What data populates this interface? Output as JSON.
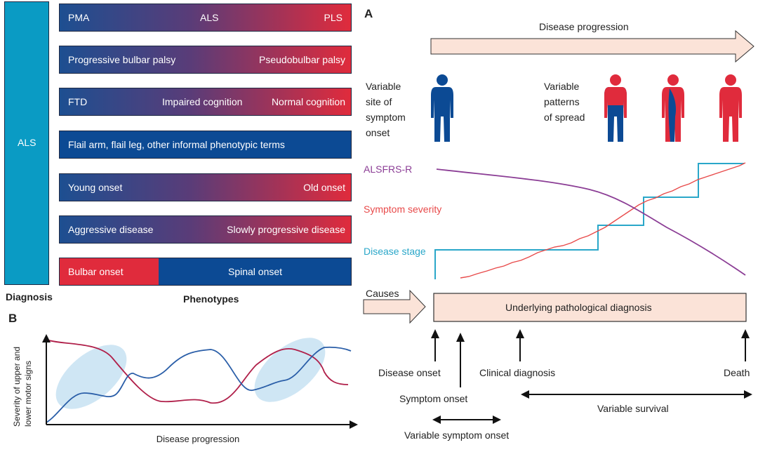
{
  "left_panel": {
    "side_label": "ALS",
    "bars": {
      "pma": [
        "PMA",
        "ALS",
        "PLS"
      ],
      "bulbar": [
        "Progressive bulbar palsy",
        "Pseudobulbar palsy"
      ],
      "ftd": [
        "FTD",
        "Impaired cognition",
        "Normal cognition"
      ],
      "flail": [
        "Flail arm, flail leg, other informal phenotypic terms"
      ],
      "age": [
        "Young onset",
        "Old onset"
      ],
      "rate": [
        "Aggressive disease",
        "Slowly progressive disease"
      ],
      "onset": [
        "Bulbar onset",
        "Spinal onset"
      ]
    },
    "footer_left": "Diagnosis",
    "footer_center": "Phenotypes"
  },
  "panel_a": {
    "letter": "A",
    "progression_label": "Disease progression",
    "site_onset_label": [
      "Variable",
      "site of",
      "symptom",
      "onset"
    ],
    "spread_label": [
      "Variable",
      "patterns",
      "of spread"
    ],
    "curve_labels": {
      "alsfrs": "ALSFRS-R",
      "severity": "Symptom severity",
      "stage": "Disease stage"
    },
    "causes_label": "Causes",
    "pathology_label": "Underlying pathological diagnosis",
    "timeline": {
      "disease_onset": "Disease onset",
      "symptom_onset": "Symptom onset",
      "clinical_diagnosis": "Clinical diagnosis",
      "death": "Death",
      "variable_symptom_onset": "Variable symptom onset",
      "variable_survival": "Variable survival"
    }
  },
  "panel_b": {
    "letter": "B",
    "ylabel_lines": [
      "Severity of upper and",
      "lower motor signs"
    ],
    "xlabel": "Disease progression"
  },
  "colors": {
    "side_bar": "#0a9bc4",
    "blue": "#0c4a94",
    "red": "#e02b3c",
    "purple": "#8b3d95",
    "severity": "#e84a4a",
    "stage": "#2aa7c9",
    "peach": "#fbe3d8",
    "crimson": "#b0204a",
    "navy": "#2a5ea8",
    "ellipse": "#cfe6f4"
  }
}
